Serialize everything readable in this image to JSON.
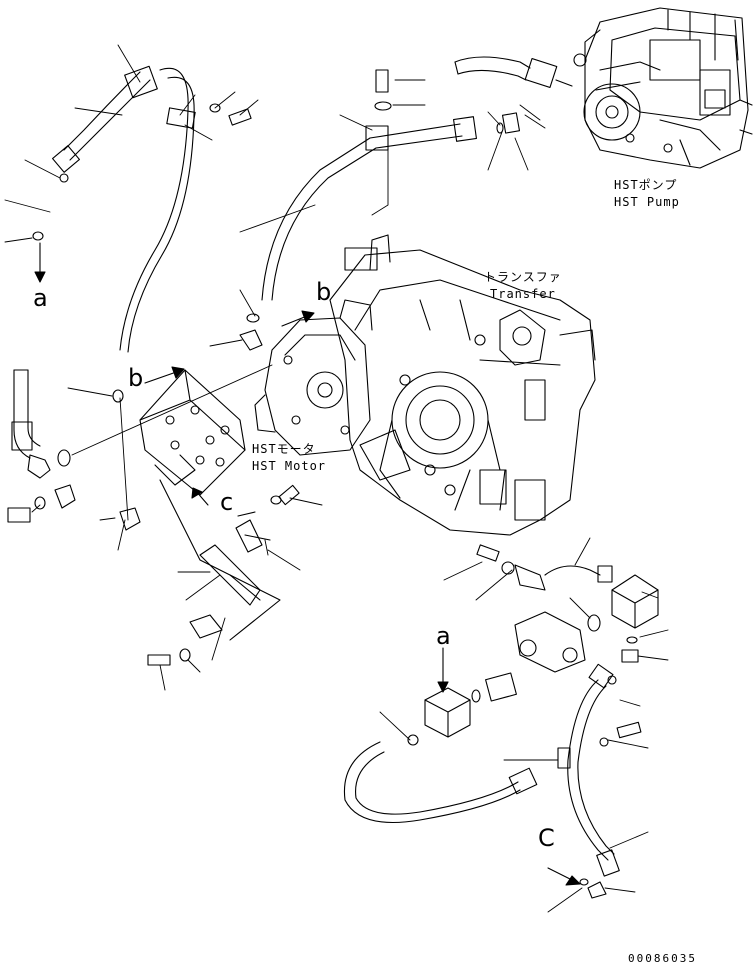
{
  "labels": {
    "hst_pump_jp": "HSTポンプ",
    "hst_pump_en": "HST Pump",
    "transfer_jp": "トランスファ",
    "transfer_en": "Transfer",
    "hst_motor_jp": "HSTモータ",
    "hst_motor_en": "HST Motor",
    "ref_a_top": "a",
    "ref_a_bottom": "a",
    "ref_b_top": "b",
    "ref_b_left": "b",
    "ref_c_mid": "c",
    "ref_c_bottom": "C",
    "part_number": "00086035"
  },
  "colors": {
    "line": "#000000",
    "background": "#ffffff",
    "fill": "#ffffff"
  }
}
